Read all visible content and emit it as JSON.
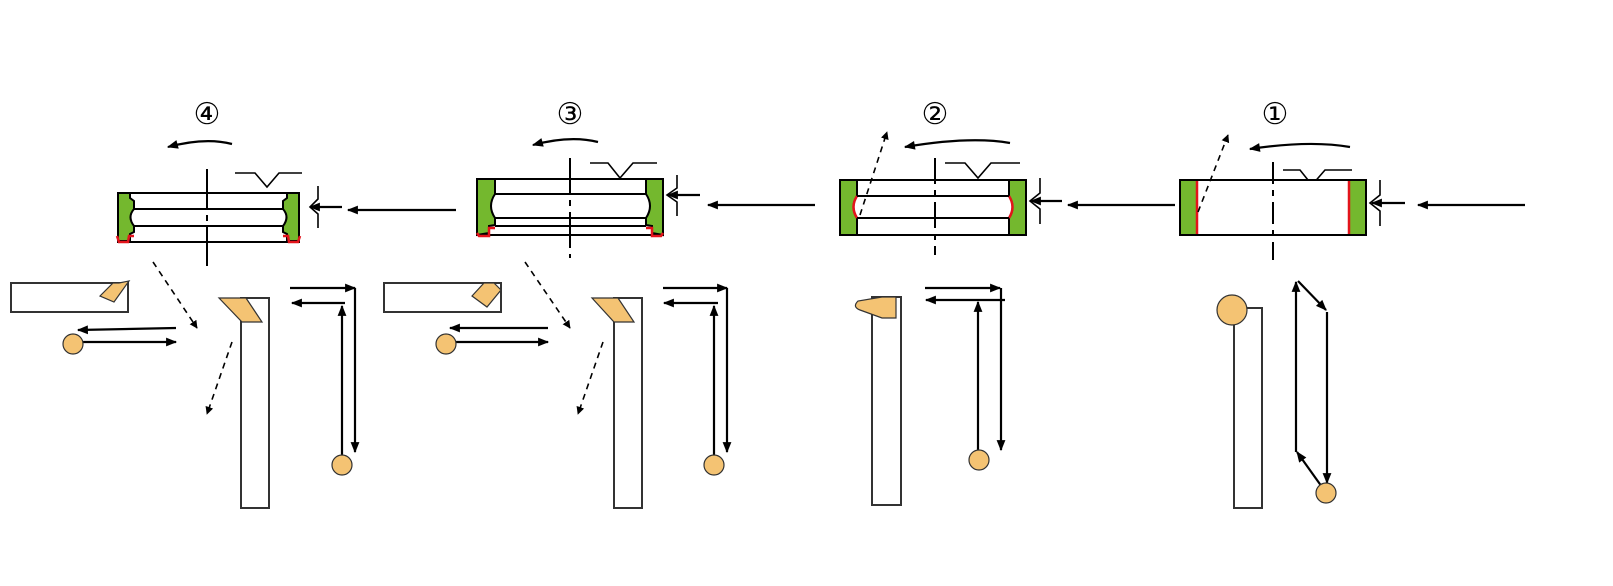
{
  "stages": [
    {
      "label": "①"
    },
    {
      "label": "②"
    },
    {
      "label": "③"
    },
    {
      "label": "④"
    }
  ],
  "colors": {
    "ring": "#74b82e",
    "tool_tip": "#f4c373",
    "machined_surface": "#e3141b"
  }
}
